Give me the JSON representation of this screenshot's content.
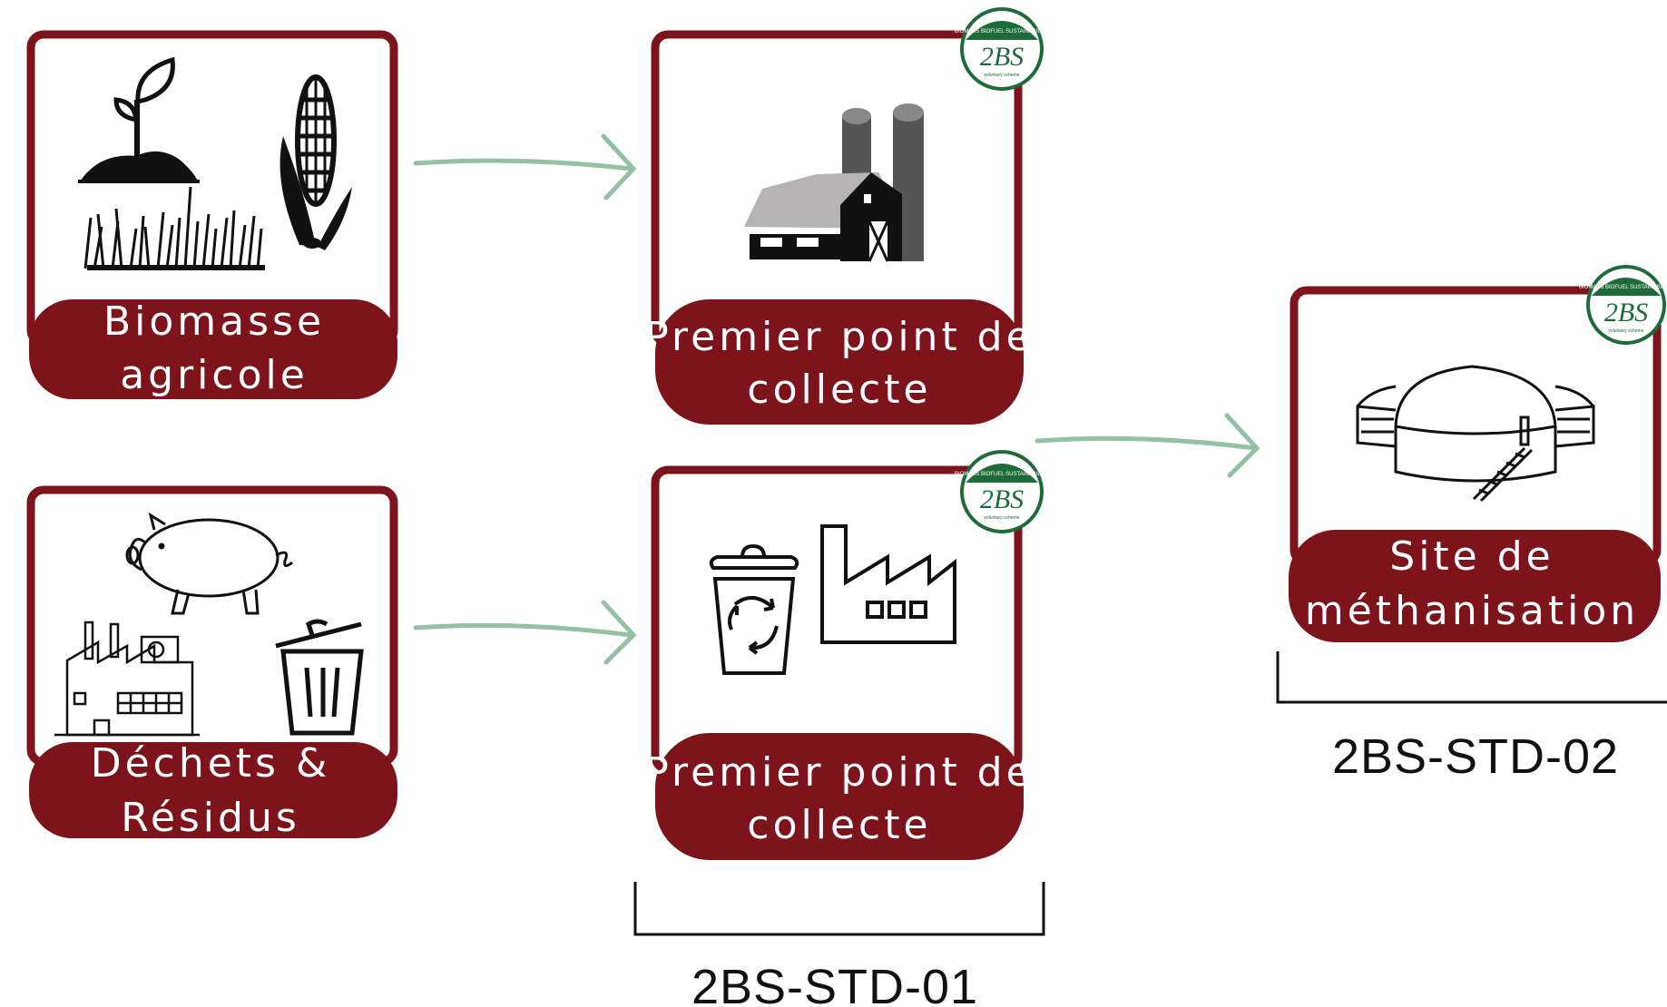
{
  "colors": {
    "frame": "#7d141c",
    "arrow": "#93c1a4",
    "seal_green": "#1e6b3a"
  },
  "boxes": {
    "biomasse": {
      "line1": "Biomasse",
      "line2": "agricole"
    },
    "dechets": {
      "line1": "Déchets &",
      "line2": "Résidus"
    },
    "collecte_1": {
      "line1": "Premier point de",
      "line2": "collecte"
    },
    "collecte_2": {
      "line1": "Premier point de",
      "line2": "collecte"
    },
    "methanisation": {
      "line1": "Site de",
      "line2": "méthanisation"
    }
  },
  "standards": {
    "std01": "2BS-STD-01",
    "std02": "2BS-STD-02"
  },
  "seal": {
    "top": "BIOMASS BIOFUEL SUSTAINABILITY",
    "mid": "2BS",
    "bottom": "voluntary scheme"
  },
  "icons": [
    "plant-icon",
    "corn-icon",
    "farm-barn-icon",
    "pig-icon",
    "factory-icon",
    "trash-can-icon",
    "recycle-bin-icon",
    "biogas-digester-icon"
  ]
}
